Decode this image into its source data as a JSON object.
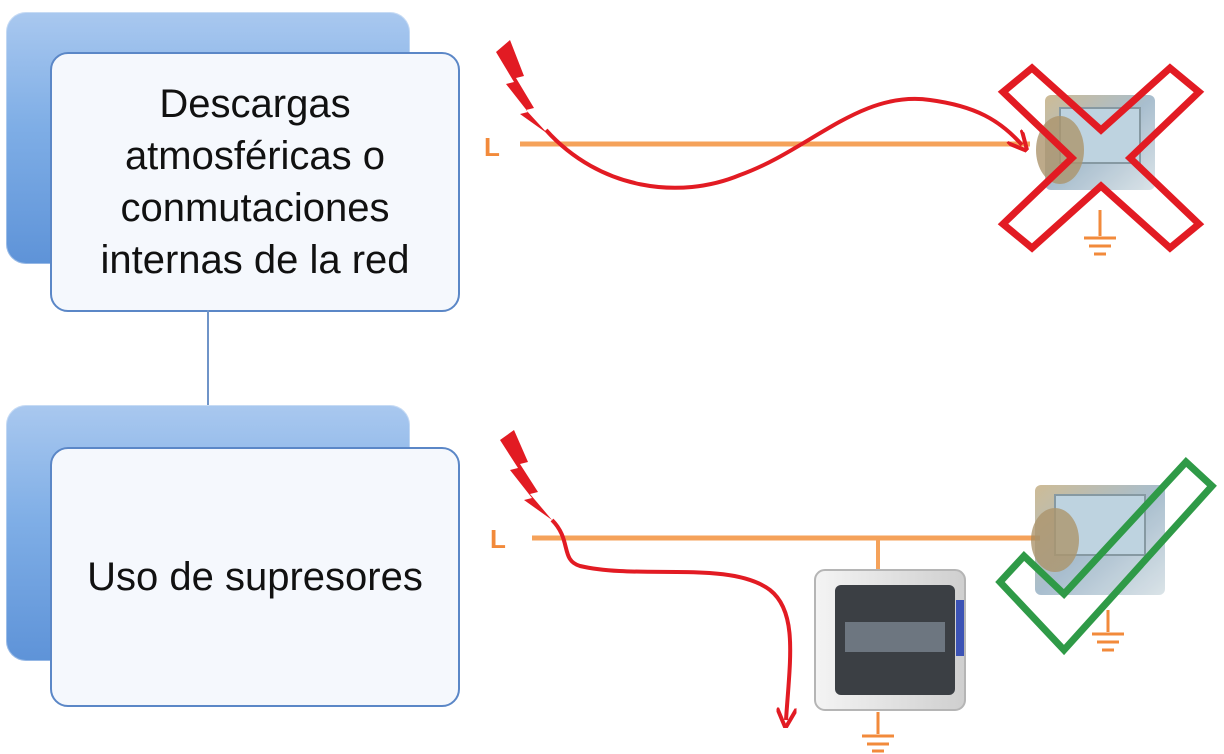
{
  "steps": [
    {
      "text": "Descargas atmosféricas o conmutaciones internas de la red"
    },
    {
      "text": "Uso de supresores"
    }
  ],
  "lines": {
    "top_label": "L",
    "bottom_label": "L"
  },
  "colors": {
    "box_accent": "#5b87c7",
    "line": "#f5a25a",
    "surge": "#e21b23",
    "cross": "#e21b23",
    "check": "#2f9a47",
    "ground": "#f28a3b"
  },
  "icons": [
    "lightning-icon",
    "cross-icon",
    "check-icon",
    "ground-icon",
    "computer-icon",
    "surge-protector-panel"
  ]
}
